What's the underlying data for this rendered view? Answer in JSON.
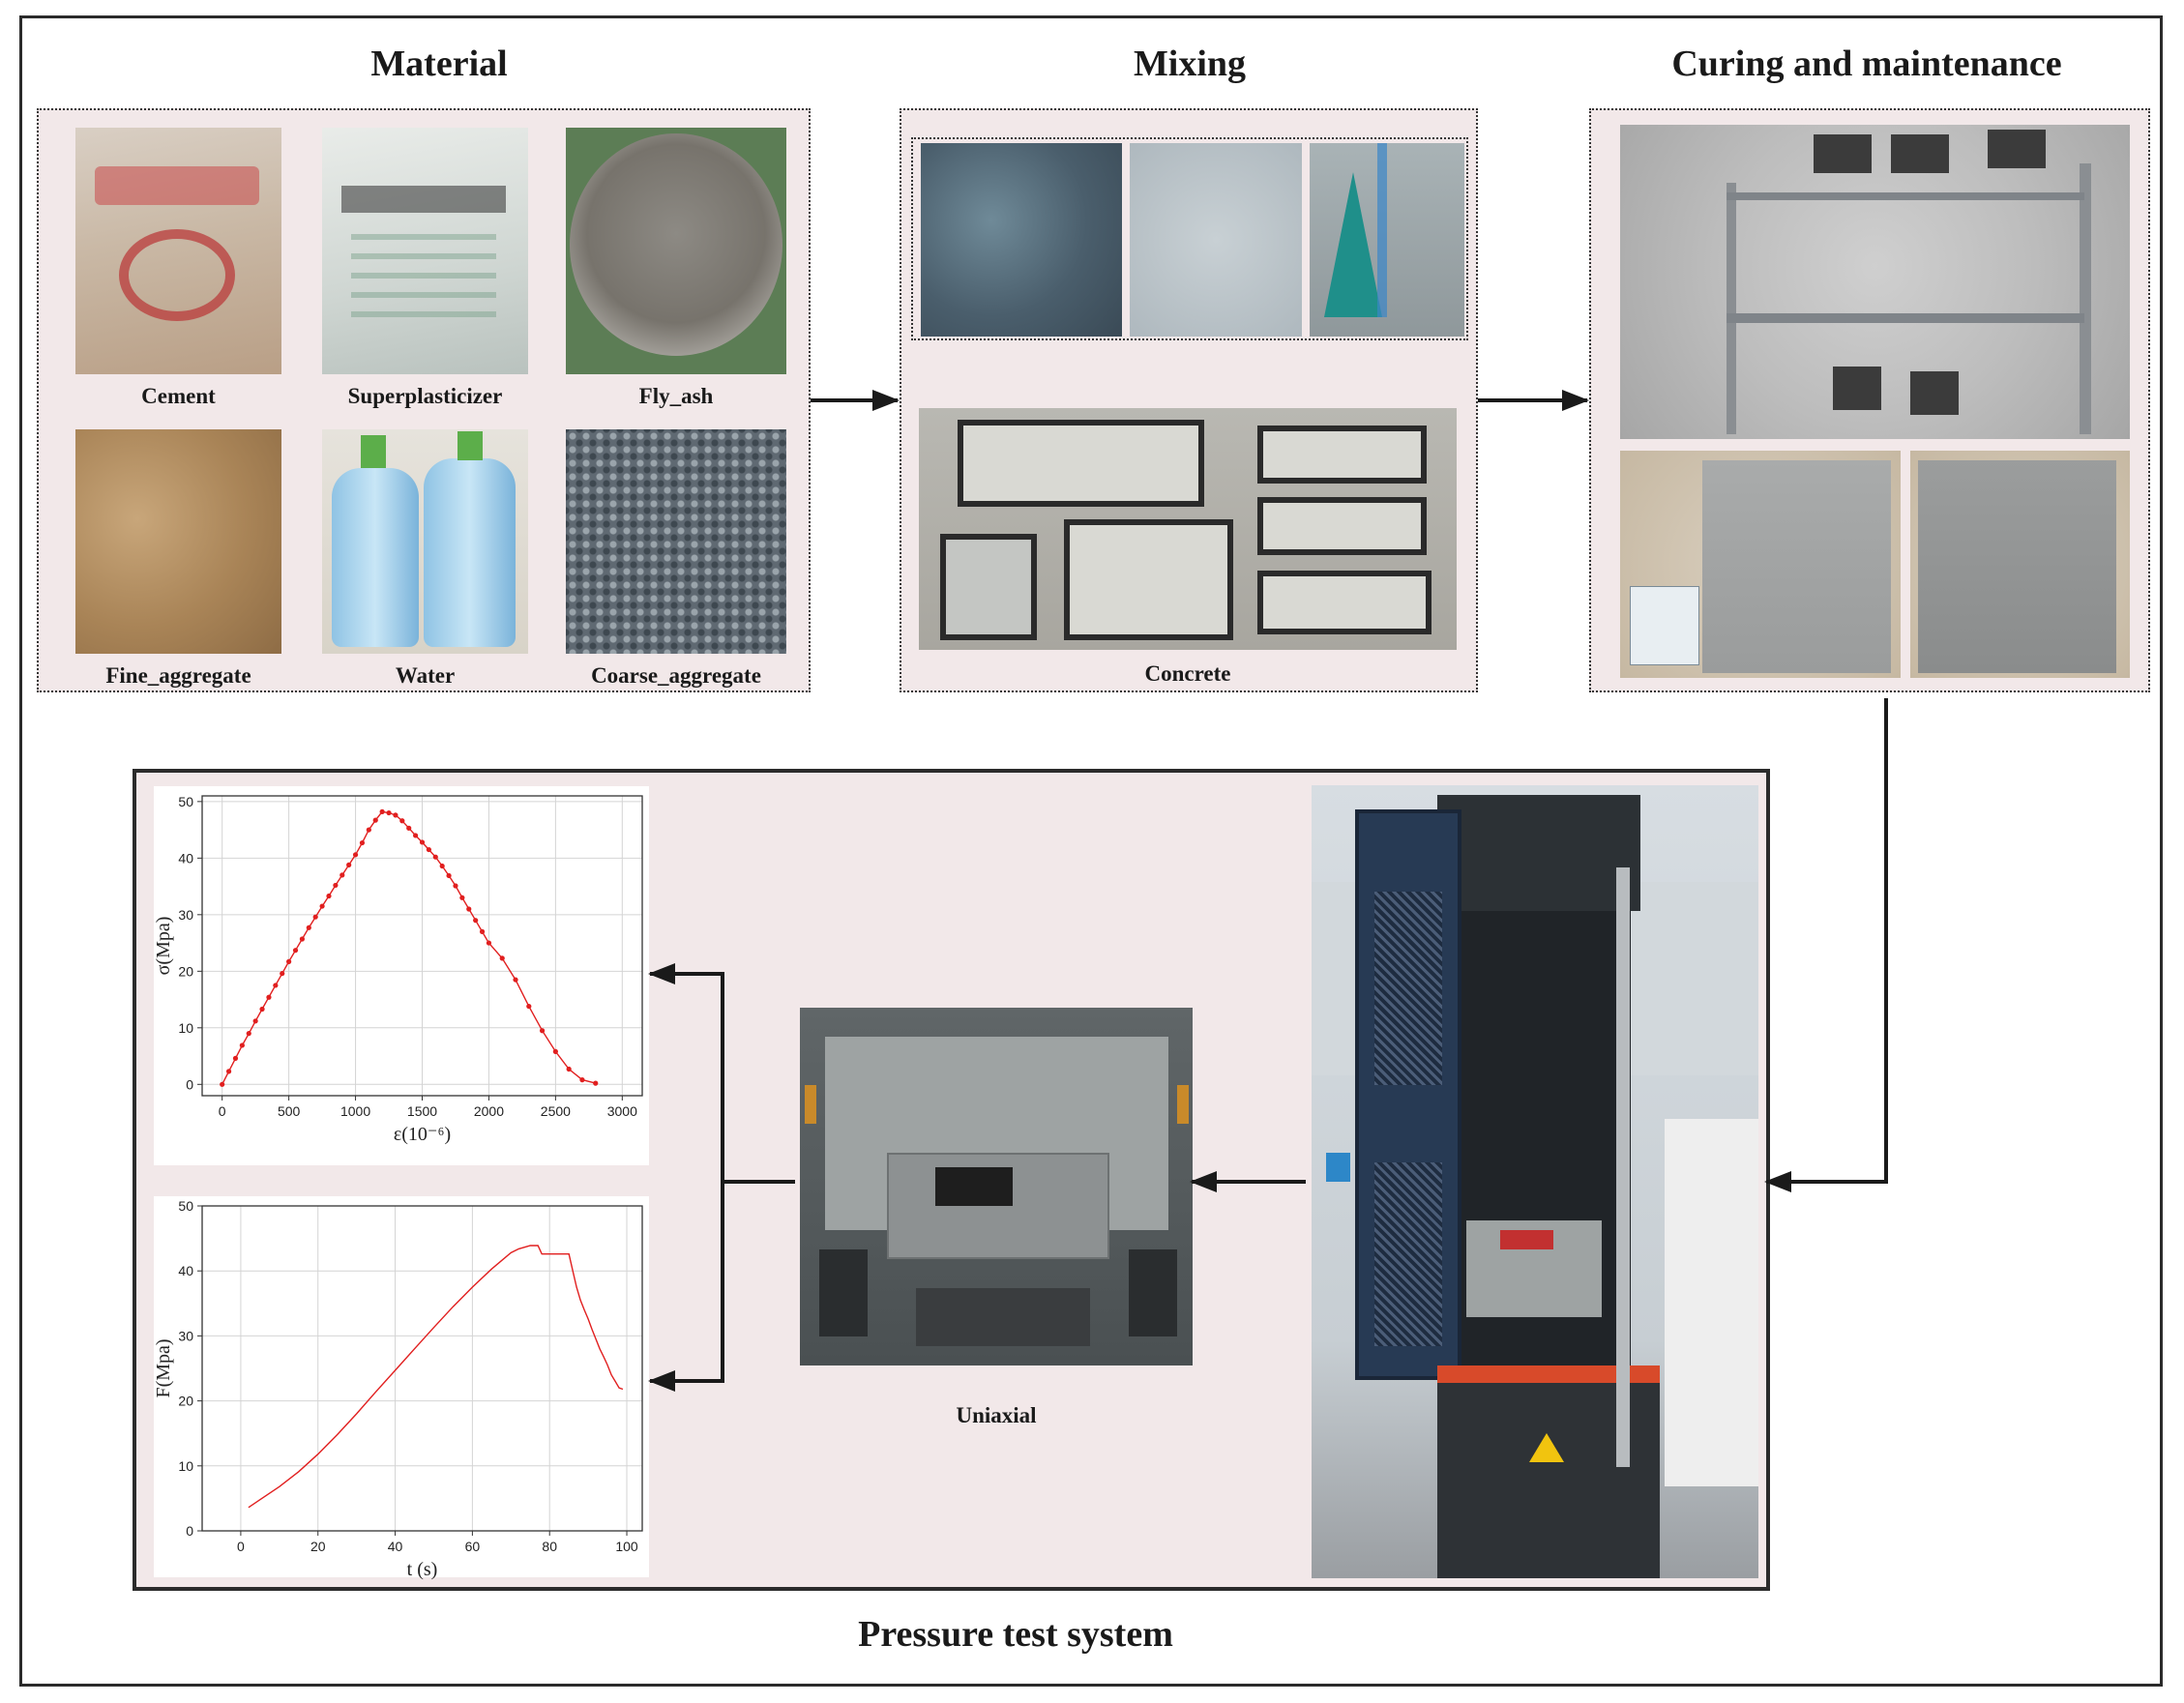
{
  "stages": {
    "material": "Material",
    "mixing": "Mixing",
    "curing": "Curing and maintenance"
  },
  "materials": {
    "cement": "Cement",
    "superplasticizer": "Superplasticizer",
    "fly_ash": "Fly_ash",
    "fine_aggregate": "Fine_aggregate",
    "water": "Water",
    "coarse_aggregate": "Coarse_aggregate"
  },
  "mixing": {
    "concrete": "Concrete"
  },
  "testing": {
    "uniaxial": "Uniaxial",
    "system_title": "Pressure test system"
  },
  "colors": {
    "curve": "#e11f1f",
    "panel": "#f2e8e9",
    "border": "#2b2b2b"
  },
  "chart_data": [
    {
      "type": "line",
      "xlabel": "ε(10⁻⁶)",
      "ylabel": "σ(Mpa)",
      "xlim": [
        -150,
        3150
      ],
      "ylim": [
        -2,
        51
      ],
      "xticks": [
        0,
        500,
        1000,
        1500,
        2000,
        2500,
        3000
      ],
      "yticks": [
        0,
        10,
        20,
        30,
        40,
        50
      ],
      "grid": true,
      "markers": true,
      "series": [
        {
          "x": [
            0,
            50,
            100,
            150,
            200,
            250,
            300,
            350,
            400,
            450,
            500,
            550,
            600,
            650,
            700,
            750,
            800,
            850,
            900,
            950,
            1000,
            1050,
            1100,
            1150,
            1200,
            1250,
            1300,
            1350,
            1400,
            1450,
            1500,
            1550,
            1600,
            1650,
            1700,
            1750,
            1800,
            1850,
            1900,
            1950,
            2000,
            2100,
            2200,
            2300,
            2400,
            2500,
            2600,
            2700,
            2800
          ],
          "y": [
            0,
            2.3,
            4.6,
            6.9,
            9.0,
            11.2,
            13.3,
            15.4,
            17.5,
            19.6,
            21.7,
            23.7,
            25.7,
            27.7,
            29.6,
            31.5,
            33.3,
            35.2,
            37.0,
            38.8,
            40.6,
            42.7,
            45.0,
            46.7,
            48.2,
            48.0,
            47.6,
            46.6,
            45.3,
            44.0,
            42.8,
            41.5,
            40.2,
            38.6,
            36.9,
            35.1,
            33.0,
            31.0,
            29.0,
            27.0,
            25.0,
            22.3,
            18.5,
            13.8,
            9.5,
            5.8,
            2.7,
            0.8,
            0.2
          ]
        }
      ]
    },
    {
      "type": "line",
      "xlabel": "t (s)",
      "ylabel": "F(Mpa)",
      "xlim": [
        -10,
        104
      ],
      "ylim": [
        0,
        50
      ],
      "xticks": [
        0,
        20,
        40,
        60,
        80,
        100
      ],
      "yticks": [
        0,
        10,
        20,
        30,
        40,
        50
      ],
      "grid": true,
      "markers": false,
      "series": [
        {
          "x": [
            2,
            5,
            10,
            15,
            20,
            25,
            30,
            35,
            40,
            45,
            50,
            55,
            60,
            65,
            70,
            72,
            75,
            77,
            78,
            80,
            85,
            86,
            87,
            88,
            89,
            90,
            91,
            92,
            93,
            94,
            95,
            96,
            97,
            98,
            99
          ],
          "y": [
            3.6,
            4.8,
            6.8,
            9.1,
            11.8,
            14.8,
            18.0,
            21.4,
            24.7,
            28.0,
            31.3,
            34.5,
            37.5,
            40.3,
            42.8,
            43.4,
            43.9,
            43.9,
            42.6,
            42.6,
            42.6,
            40.0,
            37.5,
            35.5,
            34.0,
            32.6,
            31.0,
            29.5,
            28.0,
            26.8,
            25.5,
            24.0,
            23.0,
            22.0,
            21.8
          ]
        }
      ]
    }
  ]
}
